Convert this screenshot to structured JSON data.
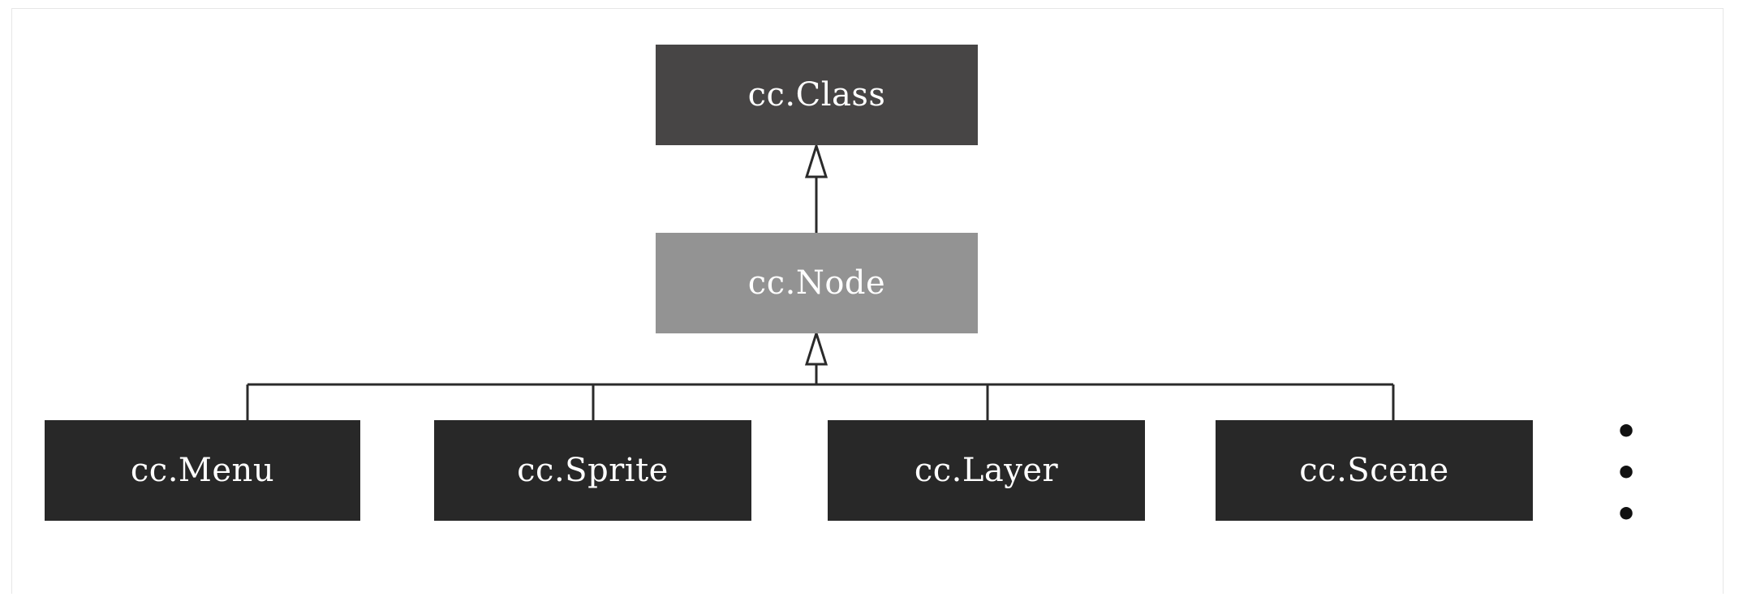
{
  "diagram": {
    "nodes": [
      {
        "id": "class",
        "label": "cc.Class",
        "fill": "#474545"
      },
      {
        "id": "node",
        "label": "cc.Node",
        "fill": "#939393"
      },
      {
        "id": "menu",
        "label": "cc.Menu",
        "fill": "#282828"
      },
      {
        "id": "sprite",
        "label": "cc.Sprite",
        "fill": "#282828"
      },
      {
        "id": "layer",
        "label": "cc.Layer",
        "fill": "#282828"
      },
      {
        "id": "scene",
        "label": "cc.Scene",
        "fill": "#282828"
      }
    ],
    "edges": [
      {
        "from": "node",
        "to": "class",
        "relation": "inheritance"
      },
      {
        "from": "menu",
        "to": "node",
        "relation": "inheritance"
      },
      {
        "from": "sprite",
        "to": "node",
        "relation": "inheritance"
      },
      {
        "from": "layer",
        "to": "node",
        "relation": "inheritance"
      },
      {
        "from": "scene",
        "to": "node",
        "relation": "inheritance"
      }
    ],
    "more_indicator": "• • •",
    "colors": {
      "line": "#2a2a2a",
      "arrowhead_fill": "#ffffff",
      "text": "#ffffff"
    }
  }
}
